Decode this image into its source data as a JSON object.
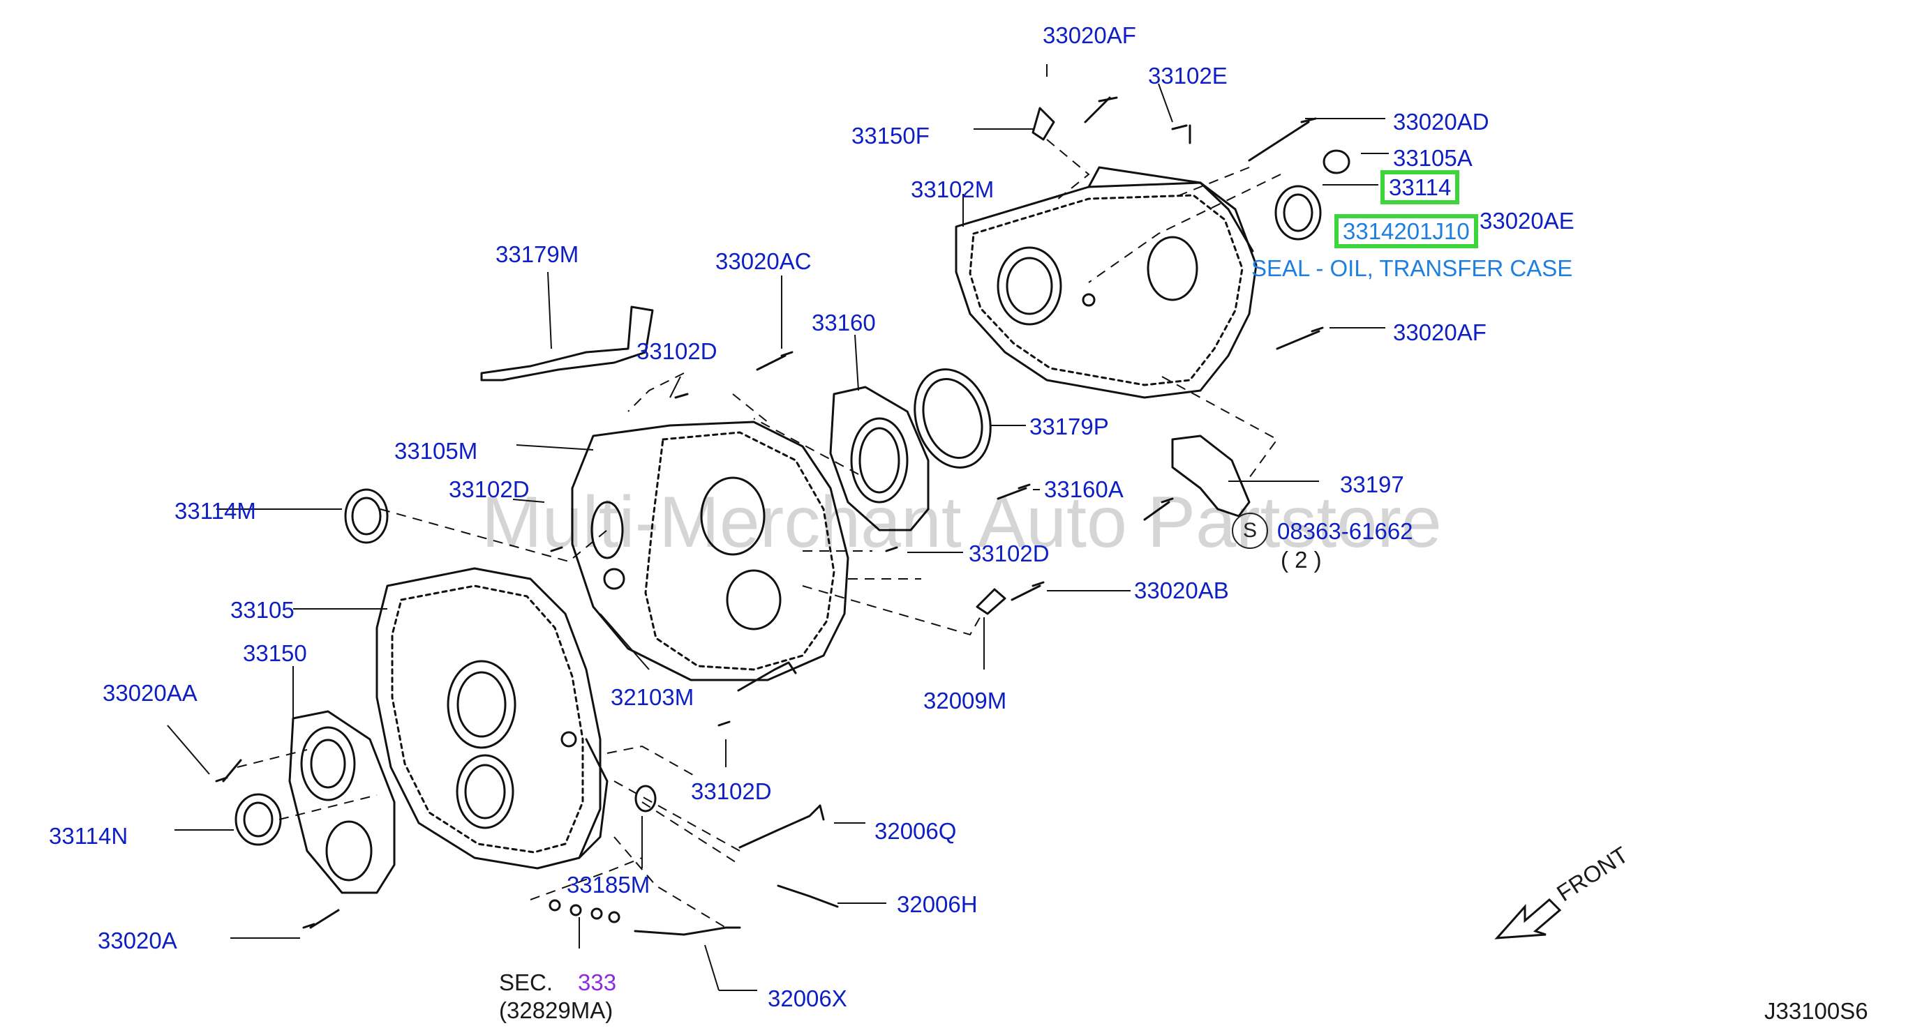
{
  "diagram": {
    "watermark": "Multi-Merchant Auto Partstore",
    "code": "J33100S6",
    "front": "FRONT",
    "s_symbol": "S",
    "s_part": "08363-61662",
    "s_qty": "( 2 )",
    "sec_label": "SEC.",
    "sec_number": "333",
    "sec_ref": "(32829MA)",
    "selected_part": "3314201J10",
    "selected_desc": "SEAL - OIL, TRANSFER CASE",
    "labels": {
      "p33020AF_top": "33020AF",
      "p33102E": "33102E",
      "p33150F": "33150F",
      "p33020AD": "33020AD",
      "p33105A": "33105A",
      "p33102M": "33102M",
      "p33114": "33114",
      "p33020AE": "33020AE",
      "p33179M": "33179M",
      "p33020AC": "33020AC",
      "p33020AF_mid": "33020AF",
      "p33160": "33160",
      "p33102D_a": "33102D",
      "p33179P": "33179P",
      "p33105M": "33105M",
      "p33197": "33197",
      "p33102D_b": "33102D",
      "p33160A": "33160A",
      "p33114M": "33114M",
      "p33102D_c": "33102D",
      "p33020AB": "33020AB",
      "p33105": "33105",
      "p33150": "33150",
      "p32103M": "32103M",
      "p32009M": "32009M",
      "p33020AA": "33020AA",
      "p33102D_d": "33102D",
      "p32006Q": "32006Q",
      "p33114N": "33114N",
      "p33185M": "33185M",
      "p32006H": "32006H",
      "p33020A": "33020A",
      "p32006X": "32006X"
    }
  }
}
